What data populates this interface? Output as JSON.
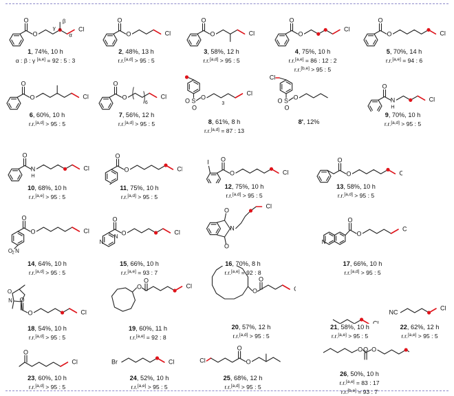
{
  "atom_labels": {
    "chlorine": "Cl",
    "oxygen": "O",
    "nitrogen": "N",
    "bromine": "Br",
    "iodine": "I",
    "sulfur": "S",
    "nitrile": "NC",
    "nitro": "O2N",
    "nitro_subscript": "2",
    "hydrogen": "H"
  },
  "greek": {
    "alpha": "α",
    "beta": "β",
    "gamma": "γ"
  },
  "subscripts": {
    "n3": "3",
    "n6": "6"
  },
  "colors": {
    "bond": "#222222",
    "highlight": "#e0141b",
    "dash": "#8c88c9"
  },
  "compounds": [
    {
      "num": "1",
      "yield": ", 74%, 10 h",
      "rr_prefix": "α : β : γ ",
      "rr_sup": "[a,e]",
      "rr_value": " = 92 : 5 : 3"
    },
    {
      "num": "2",
      "yield": ", 48%, 13 h",
      "rr_prefix": "r.r.",
      "rr_sup": "[a,d]",
      "rr_value": " > 95 : 5"
    },
    {
      "num": "3",
      "yield": ", 58%, 12 h",
      "rr_prefix": "r.r.",
      "rr_sup": "[a,d]",
      "rr_value": " > 95 : 5"
    },
    {
      "num": "4",
      "yield": ", 75%, 10 h",
      "rr_prefix": "r.r.",
      "rr_sup": "[a,e]",
      "rr_value": " = 86 : 12 : 2",
      "rr2_prefix": "r.r.",
      "rr2_sup": "[b,e]",
      "rr2_value": " > 95 : 5"
    },
    {
      "num": "5",
      "yield": ", 70%, 14 h",
      "rr_prefix": "r.r.",
      "rr_sup": "[a,e]",
      "rr_value": " = 94 : 6"
    },
    {
      "num": "6",
      "yield": ", 60%, 10 h",
      "rr_prefix": "r.r.",
      "rr_sup": "[a,d]",
      "rr_value": " > 95 : 5"
    },
    {
      "num": "7",
      "yield": ", 56%, 12 h",
      "rr_prefix": "r.r.",
      "rr_sup": "[a,d]",
      "rr_value": " > 95 : 5"
    },
    {
      "num": "8",
      "yield": ", 61%, 8 h",
      "rr_prefix": "r.r.",
      "rr_sup": "[a,d]",
      "rr_value": " = 87 : 13"
    },
    {
      "num": "8'",
      "yield": ", 12%"
    },
    {
      "num": "9",
      "yield": ", 70%, 10 h",
      "rr_prefix": "r.r.",
      "rr_sup": "[a,d]",
      "rr_value": " > 95 : 5"
    },
    {
      "num": "10",
      "yield": ", 68%, 10 h",
      "rr_prefix": "r.r.",
      "rr_sup": "[a,e]",
      "rr_value": " > 95 : 5"
    },
    {
      "num": "11",
      "yield": ", 75%, 10 h",
      "rr_prefix": "r.r.",
      "rr_sup": "[a,d]",
      "rr_value": " > 95 : 5"
    },
    {
      "num": "12",
      "yield": ", 75%, 10 h",
      "rr_prefix": "r.r.",
      "rr_sup": "[a,d]",
      "rr_value": " > 95 : 5"
    },
    {
      "num": "13",
      "yield": ", 58%, 10 h",
      "rr_prefix": "r.r.",
      "rr_sup": "[a,d]",
      "rr_value": " > 95 : 5"
    },
    {
      "num": "14",
      "yield": ", 64%, 10 h",
      "rr_prefix": "r.r.",
      "rr_sup": "[a,d]",
      "rr_value": " > 95 : 5"
    },
    {
      "num": "15",
      "yield": ", 66%, 10 h",
      "rr_prefix": "r.r.",
      "rr_sup": "[a,e]",
      "rr_value": " = 93 : 7"
    },
    {
      "num": "16",
      "yield": ", 70%, 8 h",
      "rr_prefix": "r.r.",
      "rr_sup": "[a,e]",
      "rr_value": " = 92 : 8"
    },
    {
      "num": "17",
      "yield": ", 66%, 10 h",
      "rr_prefix": "r.r.",
      "rr_sup": "[a,d]",
      "rr_value": " > 95 : 5"
    },
    {
      "num": "18",
      "yield": ", 54%, 10 h",
      "rr_prefix": "r.r.",
      "rr_sup": "[a,d]",
      "rr_value": " > 95 : 5"
    },
    {
      "num": "19",
      "yield": ", 60%, 11 h",
      "rr_prefix": "r.r.",
      "rr_sup": "[a,e]",
      "rr_value": " = 92 : 8"
    },
    {
      "num": "20",
      "yield": ", 57%, 12 h",
      "rr_prefix": "r.r.",
      "rr_sup": "[a,d]",
      "rr_value": " > 95 : 5"
    },
    {
      "num": "21",
      "yield": ", 58%, 10 h",
      "rr_prefix": "r.r.",
      "rr_sup": "[a,e]",
      "rr_value": " > 95 : 5"
    },
    {
      "num": "22",
      "yield": ", 62%, 12 h",
      "rr_prefix": "r.r.",
      "rr_sup": "[a,e]",
      "rr_value": " > 95 : 5"
    },
    {
      "num": "23",
      "yield": ", 60%, 10 h",
      "rr_prefix": "r.r.",
      "rr_sup": "[a,d]",
      "rr_value": " > 95 : 5"
    },
    {
      "num": "24",
      "yield": ", 52%, 10 h",
      "rr_prefix": "r.r.",
      "rr_sup": "[a,e]",
      "rr_value": " > 95 : 5"
    },
    {
      "num": "25",
      "yield": ", 68%, 12 h",
      "rr_prefix": "r.r.",
      "rr_sup": "[a,d]",
      "rr_value": " > 95 : 5"
    },
    {
      "num": "26",
      "yield": ", 50%, 10 h",
      "rr_prefix": "r.r.",
      "rr_sup": "[a,e]",
      "rr_value": " = 83 : 17",
      "rr2_prefix": "r.r.",
      "rr2_sup": "[b,e]",
      "rr2_value": " = 93 : 7"
    }
  ]
}
